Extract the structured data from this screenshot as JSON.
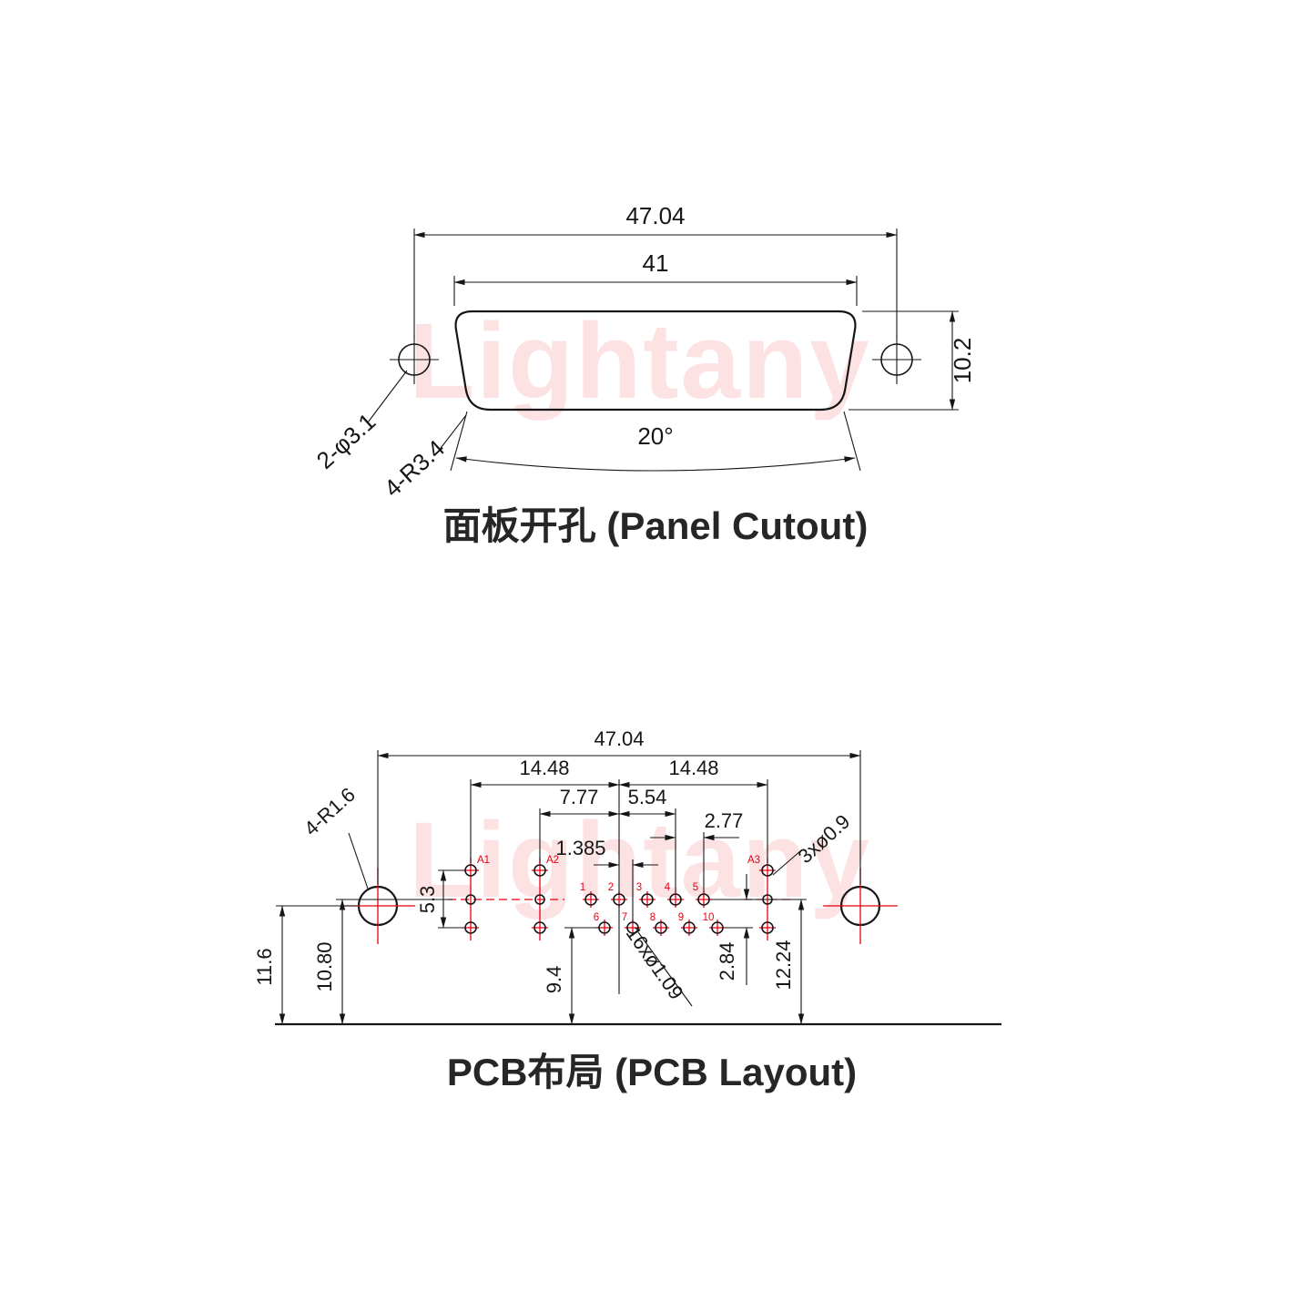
{
  "watermark": {
    "text": "Lightany"
  },
  "panel_cutout": {
    "title": "面板开孔 (Panel Cutout)",
    "dim_outer_width": "47.04",
    "dim_inner_width": "41",
    "dim_height": "10.2",
    "dim_angle": "20°",
    "label_mount_holes": "2-φ3.1",
    "label_corner_radius": "4-R3.4"
  },
  "pcb_layout": {
    "title": "PCB布局 (PCB Layout)",
    "dim_overall_width": "47.04",
    "dim_left_coax_span": "14.48",
    "dim_right_coax_span": "14.48",
    "dim_a2_to_center": "7.77",
    "dim_center_to_pin4": "5.54",
    "dim_pin_pitch": "2.77",
    "dim_row_offset": "1.385",
    "dim_coax_hole_span": "5.3",
    "dim_mount_hole_height": "11.6",
    "dim_center_row_height": "10.80",
    "dim_lower_row_height": "9.4",
    "dim_row_gap": "2.84",
    "dim_upper_row_height": "12.24",
    "label_signal_holes": "16xø1.09",
    "label_coax_center_holes": "3xø0.9",
    "label_mount_radius": "4-R1.6",
    "pins": [
      "1",
      "2",
      "3",
      "4",
      "5",
      "6",
      "7",
      "8",
      "9",
      "10"
    ],
    "coax": [
      "A1",
      "A2",
      "A3"
    ]
  }
}
